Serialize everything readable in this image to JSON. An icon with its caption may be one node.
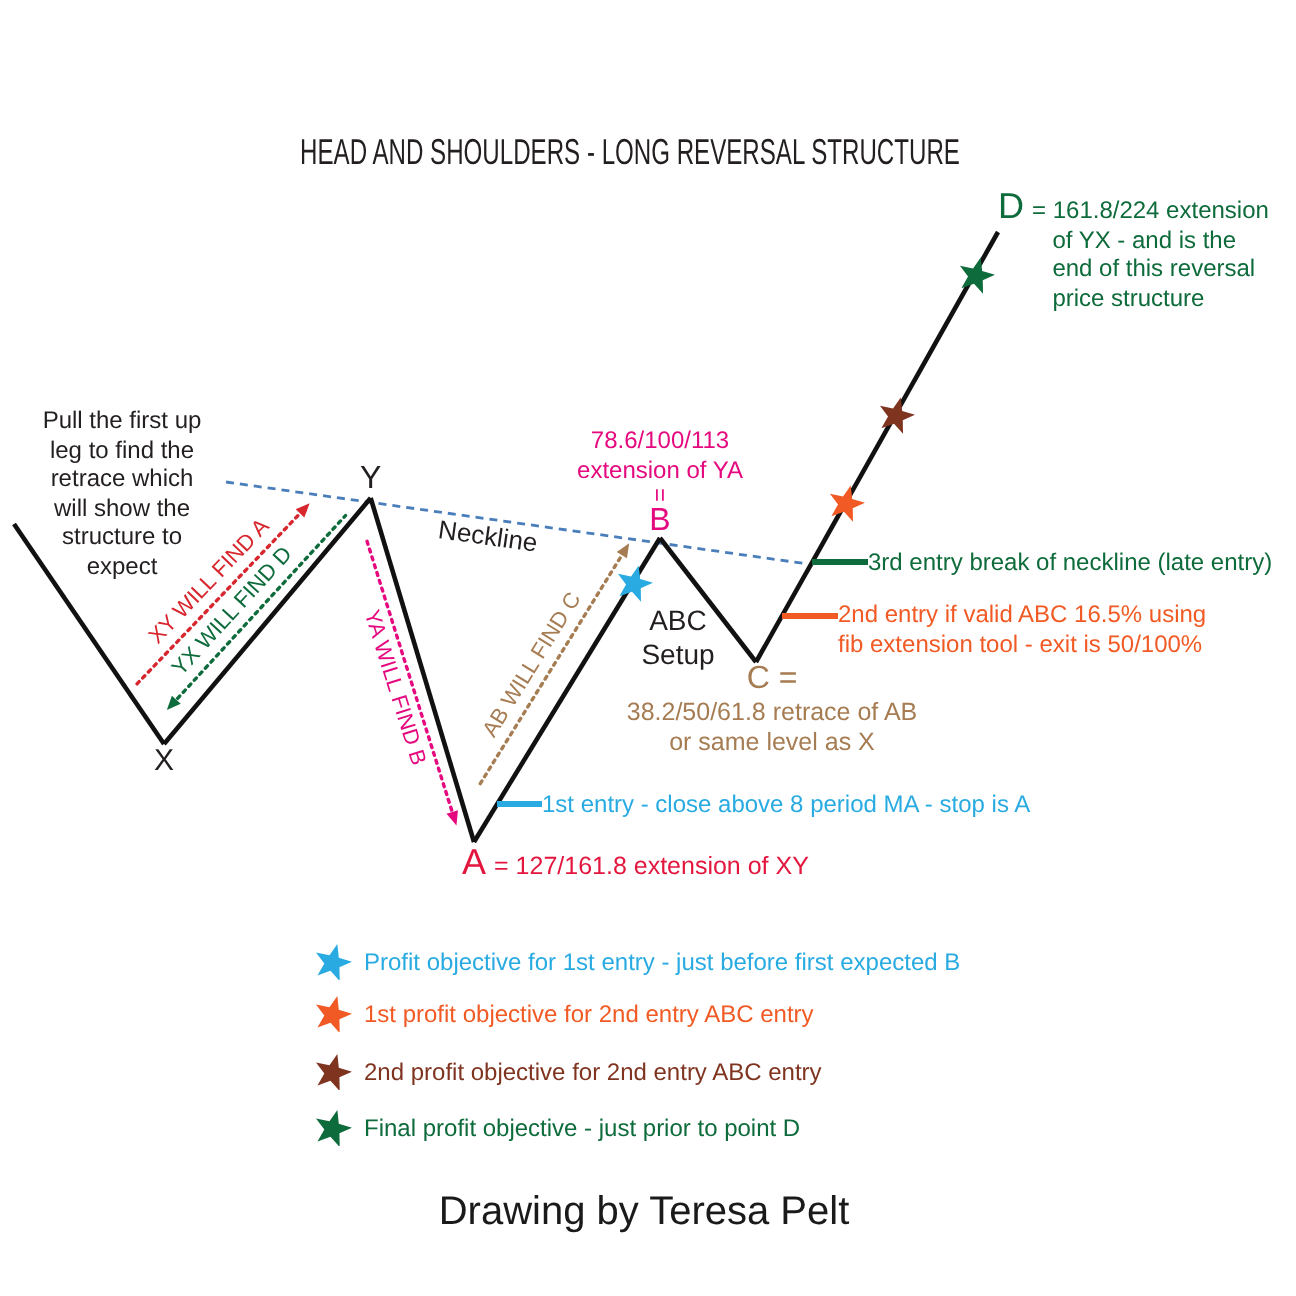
{
  "diagram": {
    "title": "HEAD AND SHOULDERS - LONG REVERSAL STRUCTURE",
    "caption": "Drawing by Teresa Pelt",
    "nodes": [
      {
        "text": [
          "X"
        ]
      },
      {
        "text": [
          "Y"
        ]
      },
      {
        "text": [
          "A",
          "= 127/161.8 extension of XY"
        ]
      },
      {
        "text": [
          "78.6/100/113 extension of YA",
          "=",
          "B"
        ]
      },
      {
        "text": [
          "C =",
          "38.2/50/61.8 retrace of AB or same level as X"
        ]
      },
      {
        "text": [
          "D",
          "= 161.8/224 extension of YX - and is the end of this reversal price structure"
        ]
      },
      {
        "text": [
          "1st entry - close above 8 period MA - stop is A"
        ]
      },
      {
        "text": [
          "2nd entry if valid ABC 16.5% using fib extension tool - exit is 50/100%"
        ]
      },
      {
        "text": [
          "3rd entry break of neckline (late entry)"
        ]
      }
    ],
    "edges": [
      {
        "from": null,
        "to": 0,
        "arrow": "none"
      },
      {
        "from": 0,
        "to": 1,
        "arrow": "none"
      },
      {
        "from": 1,
        "to": 2,
        "arrow": "none"
      },
      {
        "from": 2,
        "to": 3,
        "arrow": "none"
      },
      {
        "from": 3,
        "to": 4,
        "arrow": "none"
      },
      {
        "from": 4,
        "to": 5,
        "arrow": "none"
      },
      {
        "from": 6,
        "to": null,
        "arrow": "none",
        "color": "#29abe2"
      },
      {
        "from": 7,
        "to": null,
        "arrow": "none",
        "color": "#f15a24"
      },
      {
        "from": 8,
        "to": null,
        "arrow": "none",
        "color": "#0e6b3b"
      }
    ],
    "labels": [
      "Pull the first up leg to find the retrace which will show the structure to expect",
      "XY WILL FIND A",
      "YX WILL FIND D",
      "Neckline",
      "YA WILL FIND B",
      "AB WILL FIND C",
      "ABC Setup"
    ],
    "legend": [
      {
        "text": "Profit objective for 1st entry - just before first expected B",
        "color": "#29abe2"
      },
      {
        "text": "1st profit objective for 2nd entry ABC entry",
        "color": "#f15a24"
      },
      {
        "text": "2nd profit objective for 2nd entry ABC entry",
        "color": "#7f3420"
      },
      {
        "text": "Final profit objective - just prior to point D",
        "color": "#0e6b3b"
      }
    ]
  }
}
